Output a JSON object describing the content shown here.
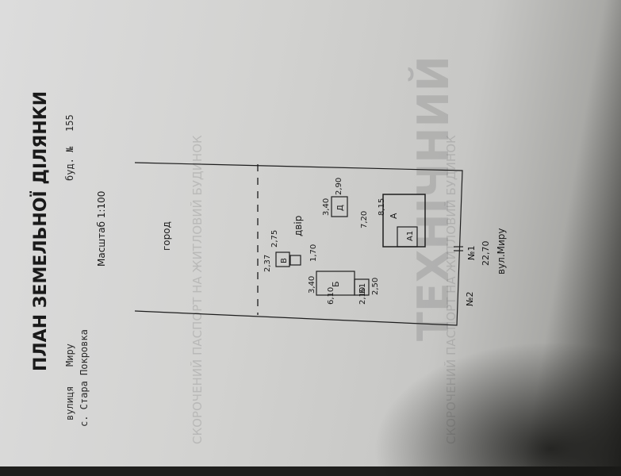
{
  "title": "ПЛАН ЗЕМЕЛЬНОЇ ДІЛЯНКИ",
  "address": {
    "street_label": "вулиця",
    "street_value": "Миру",
    "building_label": "буд. №",
    "building_value": "155",
    "village": "с. Стара Покровка"
  },
  "scale": "Масштаб 1:100",
  "zones": {
    "garden": "город",
    "yard": "двір",
    "street": "вул.Миру"
  },
  "plot": {
    "frontage": "22,70",
    "neighbor_1": "№1",
    "neighbor_2": "№2"
  },
  "buildings": [
    {
      "id": "A",
      "label": "А",
      "dims": [
        "8,15",
        "7,20"
      ]
    },
    {
      "id": "A1",
      "label": "А1"
    },
    {
      "id": "B_upper",
      "label": "Б",
      "dims": [
        "3,40",
        "6,10"
      ]
    },
    {
      "id": "B1",
      "label": "Б1",
      "dims": [
        "2,10",
        "2,50"
      ]
    },
    {
      "id": "V",
      "label": "В",
      "dims": [
        "2,37",
        "2,75",
        "1,70"
      ]
    },
    {
      "id": "D",
      "label": "Д",
      "dims": [
        "3,40",
        "2,90"
      ]
    }
  ],
  "background_text": {
    "large": "ТЕХНІЧНИЙ",
    "small": "СКОРОЧЕНИЙ ПАСПОРТ НА ЖИТЛОВИЙ БУДИНОК"
  },
  "colors": {
    "ink": "#1e1e1e",
    "paper": "#d6d6d4"
  }
}
